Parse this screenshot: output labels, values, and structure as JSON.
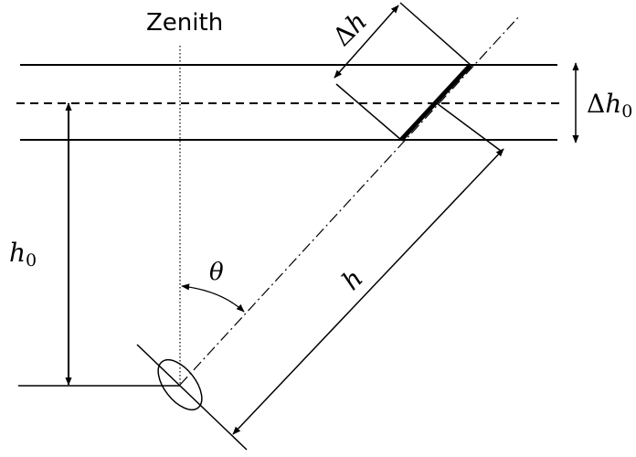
{
  "labels": {
    "zenith": "Zenith",
    "theta": "θ",
    "h": "h",
    "h0_main": "h",
    "h0_sub": "0",
    "delta_h_delta": "Δ",
    "delta_h_var": "h",
    "delta_h0_delta": "Δ",
    "delta_h0_var": "h",
    "delta_h0_sub": "0"
  },
  "colors": {
    "stroke": "#000000",
    "background": "#ffffff"
  }
}
